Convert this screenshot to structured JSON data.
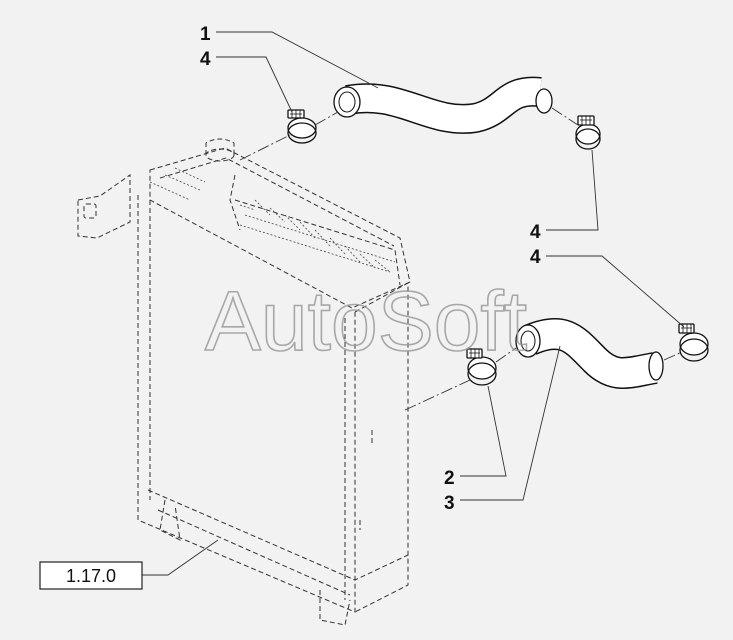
{
  "watermark": "AutoSoft",
  "reference_box": {
    "label": "1.17.0"
  },
  "callouts": {
    "c1": "1",
    "c4a": "4",
    "c4b": "4",
    "c4c": "4",
    "c2": "2",
    "c3": "3"
  }
}
